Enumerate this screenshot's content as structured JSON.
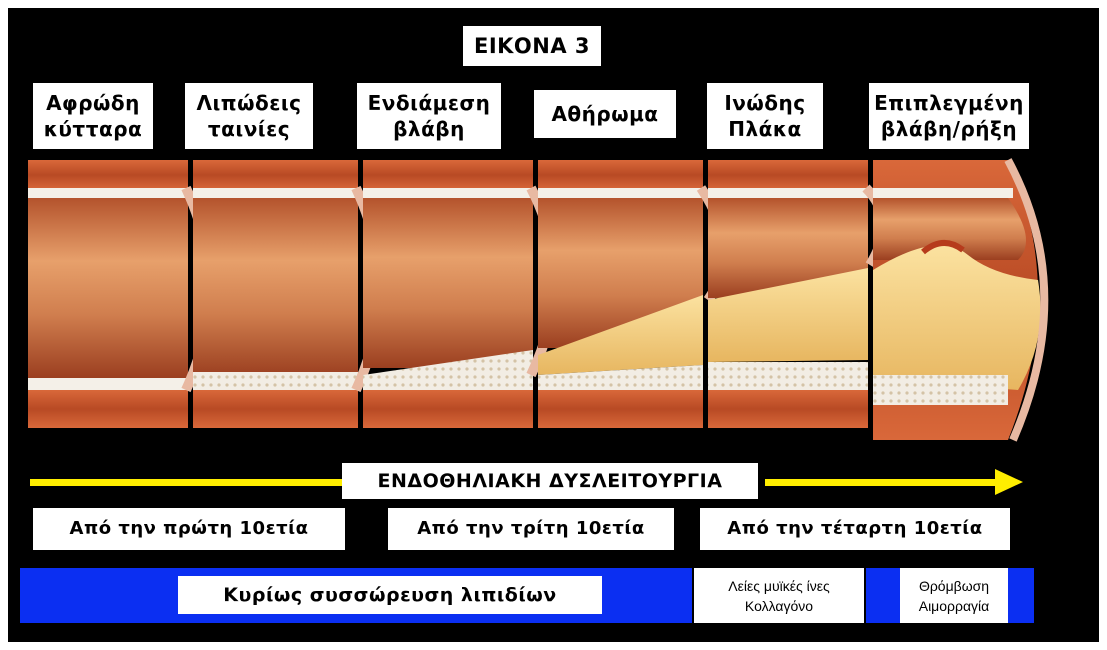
{
  "figure": {
    "title": "ΕΙΚΟΝΑ 3",
    "stages": [
      "Αφρώδη\nκύτταρα",
      "Λιπώδεις\nταινίες",
      "Ενδιάμεση\nβλάβη",
      "Αθήρωμα",
      "Ινώδης\nΠλάκα",
      "Επιπλεγμένη\nβλάβη/ρήξη"
    ],
    "dysfunction_label": "ΕΝΔΟΘΗΛΙΑΚΗ ΔΥΣΛΕΙΤΟΥΡΓΙΑ",
    "decades": [
      "Από την πρώτη 10ετία",
      "Από την τρίτη 10ετία",
      "Από την τέταρτη 10ετία"
    ],
    "mechanisms": {
      "lipids": "Κυρίως συσσώρευση λιπιδίων",
      "smooth_muscle": "Λείες μυϊκές ίνες\nΚολλαγόνο",
      "thrombosis": "Θρόμβωση\nΑιμορραγία"
    },
    "colors": {
      "background": "#000000",
      "arrow": "#ffee00",
      "bar": "#0b2ff2",
      "vessel_wall": "#c8552a",
      "lumen": "#d98a55",
      "plaque": "#f6d27a"
    }
  }
}
